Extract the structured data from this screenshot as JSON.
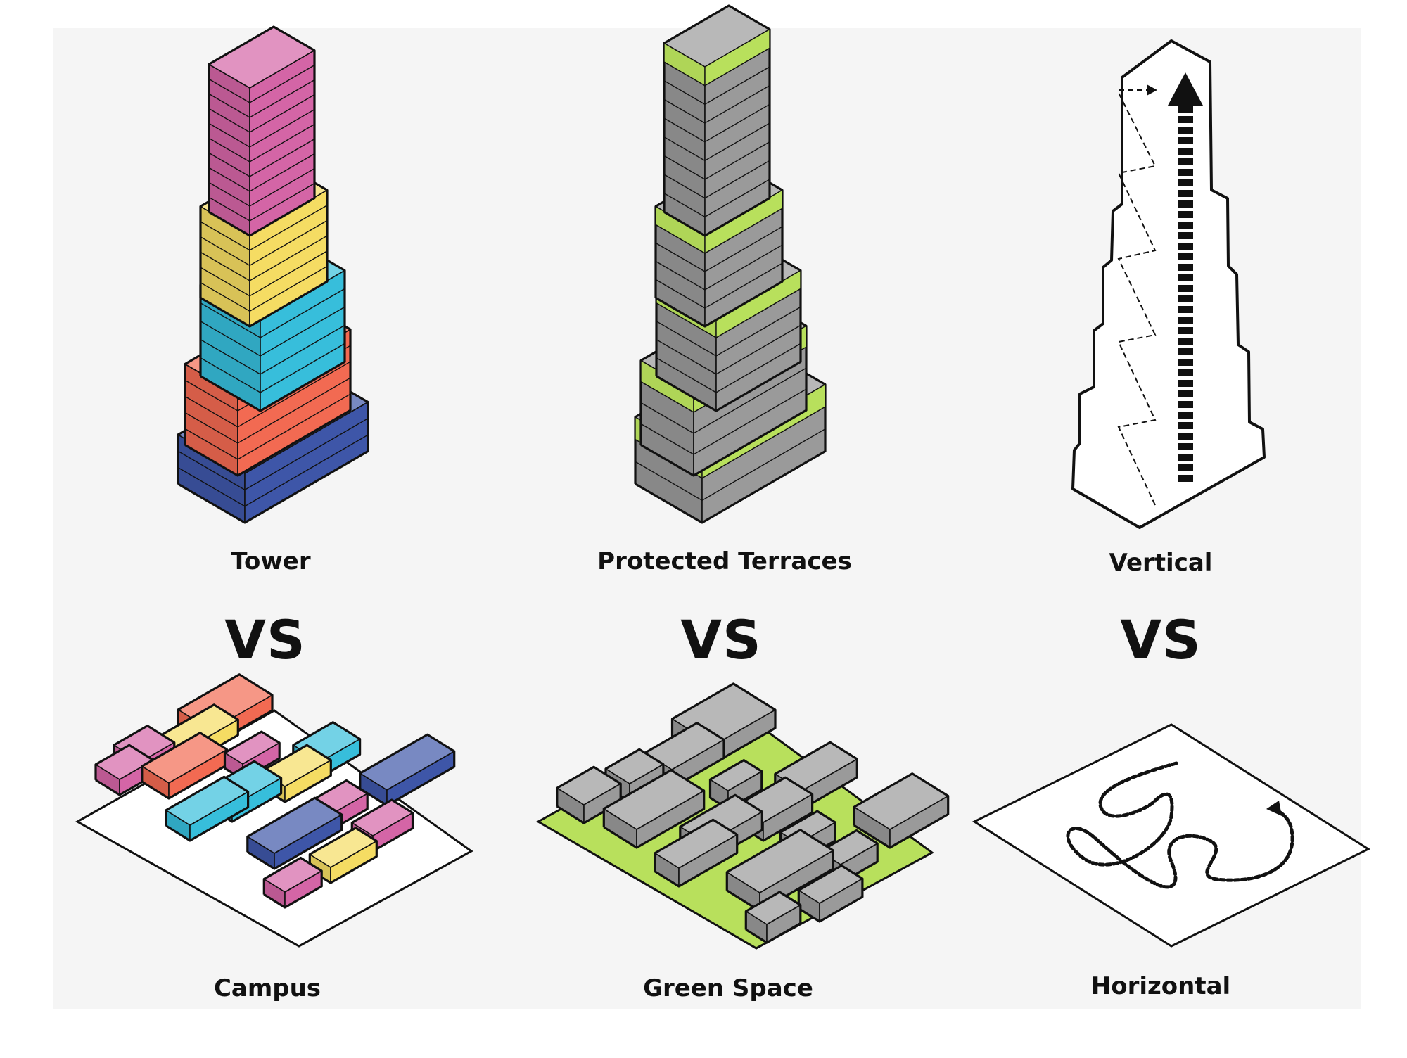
{
  "panels": [
    {
      "top_label": "Tower",
      "bottom_label": "Campus"
    },
    {
      "top_label": "Protected Terraces",
      "bottom_label": "Green Space"
    },
    {
      "top_label": "Vertical",
      "bottom_label": "Horizontal"
    }
  ],
  "vs_label": "VS",
  "colors": {
    "background": "#f5f5f5",
    "outline": "#111111",
    "pink": "#d465a6",
    "yellow": "#f5dc63",
    "cyan": "#37bedb",
    "coral": "#f26a52",
    "navy": "#3e56a8",
    "gray": "#9a9a9a",
    "lime": "#b8e05c"
  }
}
